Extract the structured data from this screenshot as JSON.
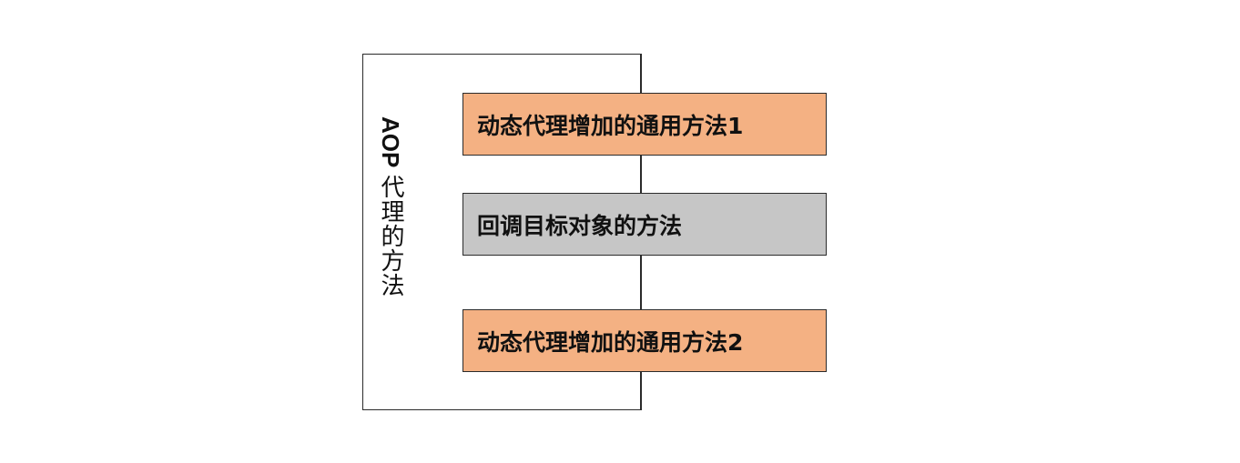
{
  "proxy": {
    "label_latin": "AOP",
    "label_cjk": "代理的方法"
  },
  "colors": {
    "advice_fill": "#f4b183",
    "callback_fill": "#c6c6c6",
    "border": "#2b2b2b"
  },
  "steps": [
    {
      "label": "动态代理增加的通用方法1",
      "kind": "advice"
    },
    {
      "label": "回调目标对象的方法",
      "kind": "callback"
    },
    {
      "label": "动态代理增加的通用方法2",
      "kind": "advice"
    }
  ]
}
